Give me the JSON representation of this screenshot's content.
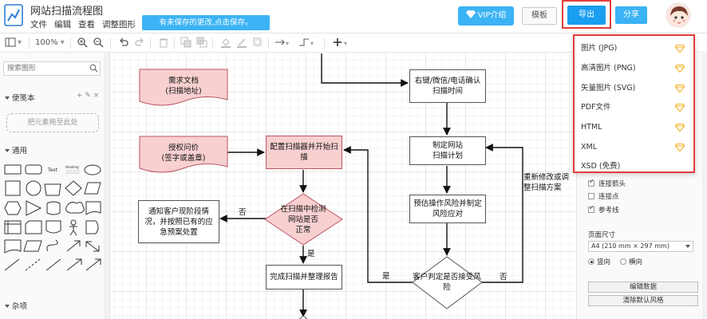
{
  "header": {
    "title": "网站扫描流程图",
    "menu": [
      "文件",
      "编辑",
      "查看",
      "调整图形"
    ],
    "unsaved_banner": "有未保存的更改,点击保存。",
    "vip_label": "VIP介绍",
    "template_label": "模板",
    "export_label": "导出",
    "share_label": "分享"
  },
  "toolbar": {
    "zoom": "100%"
  },
  "sidebar": {
    "search_placeholder": "搜索图形",
    "scratchpad_title": "便笺本",
    "scratchpad_tools": "+ ✎ ×",
    "scratchpad_drop": "把元素拖至此处",
    "general_title": "通用",
    "misc_title": "杂项",
    "text_shape_label": "Text",
    "heading_shape_label": "Heading"
  },
  "flowchart": {
    "nodes": {
      "need_doc": "需求文档\n(扫描地址)",
      "authorize": "授权问价\n(签字或盖章)",
      "config_scanner": "配置扫描器并开始扫\n描",
      "confirm_time": "右键/微信/电话确认\n扫描时间",
      "plan": "制定网站\n扫描计划",
      "risk_plan": "预估操作风险并制定\n风险应对",
      "notify": "通知客户现阶段情\n况，并按照已有的应\n急预案处置",
      "detect_normal": "在扫描中检测\n网站是否\n正常",
      "report": "完成扫描并整理报告",
      "customer_accept": "客户判定是否接受风\n险",
      "replan": "重新修改或调\n整扫描方案"
    },
    "labels": {
      "no_left": "否",
      "yes_down": "是",
      "yes_left": "是",
      "no_right": "否"
    }
  },
  "right_panel": {
    "checks": [
      {
        "label": "连接箭头",
        "checked": true
      },
      {
        "label": "连接点",
        "checked": false
      },
      {
        "label": "参考线",
        "checked": true
      }
    ],
    "paper_size_label": "页面尺寸",
    "paper_size_value": "A4 (210 mm × 297 mm)",
    "orientation_portrait": "竖向",
    "orientation_landscape": "横向",
    "edit_data_label": "编辑数据",
    "clear_style_label": "清除默认风格"
  },
  "export_menu": {
    "items": [
      {
        "label": "图片 (JPG)",
        "vip": true
      },
      {
        "label": "高清图片 (PNG)",
        "vip": true
      },
      {
        "label": "矢量图片 (SVG)",
        "vip": true
      },
      {
        "label": "PDF文件",
        "vip": true
      },
      {
        "label": "HTML",
        "vip": true
      },
      {
        "label": "XML",
        "vip": true
      },
      {
        "label": "XSD (免费)",
        "vip": false
      }
    ]
  },
  "colors": {
    "accent": "#3bb3f5",
    "export_blue": "#1a9ef0",
    "highlight_red": "#e43c3c",
    "node_pink": "#f8d0d0",
    "vip_gold": "#f0b429"
  }
}
